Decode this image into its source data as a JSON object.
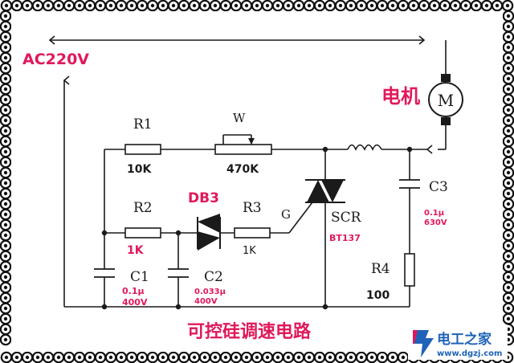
{
  "diagram": {
    "title": "可控硅调速电路",
    "power_label": "AC220V",
    "motor_label": "电机",
    "motor_symbol": "M",
    "components": {
      "r1": {
        "name": "R1",
        "value": "10K"
      },
      "w": {
        "name": "W",
        "value": "470K"
      },
      "r2": {
        "name": "R2",
        "value": "1K"
      },
      "db3": {
        "name": "DB3"
      },
      "r3": {
        "name": "R3",
        "value": "1K"
      },
      "gate": {
        "name": "G"
      },
      "scr": {
        "name": "SCR",
        "value": "BT137"
      },
      "c1": {
        "name": "C1",
        "value_line1": "0.1μ",
        "value_line2": "400V"
      },
      "c2": {
        "name": "C2",
        "value_line1": "0.033μ",
        "value_line2": "400V"
      },
      "c3": {
        "name": "C3",
        "value_line1": "0.1μ",
        "value_line2": "630V"
      },
      "r4": {
        "name": "R4",
        "value": "100"
      }
    }
  },
  "watermark": {
    "brand": "电工之家",
    "url": "www.dgzj.com"
  },
  "colors": {
    "wire": "#1a1a1a",
    "accent_red": "#e0195a",
    "brand_blue": "#1f63b8",
    "border_light": "#e6e6e6"
  }
}
